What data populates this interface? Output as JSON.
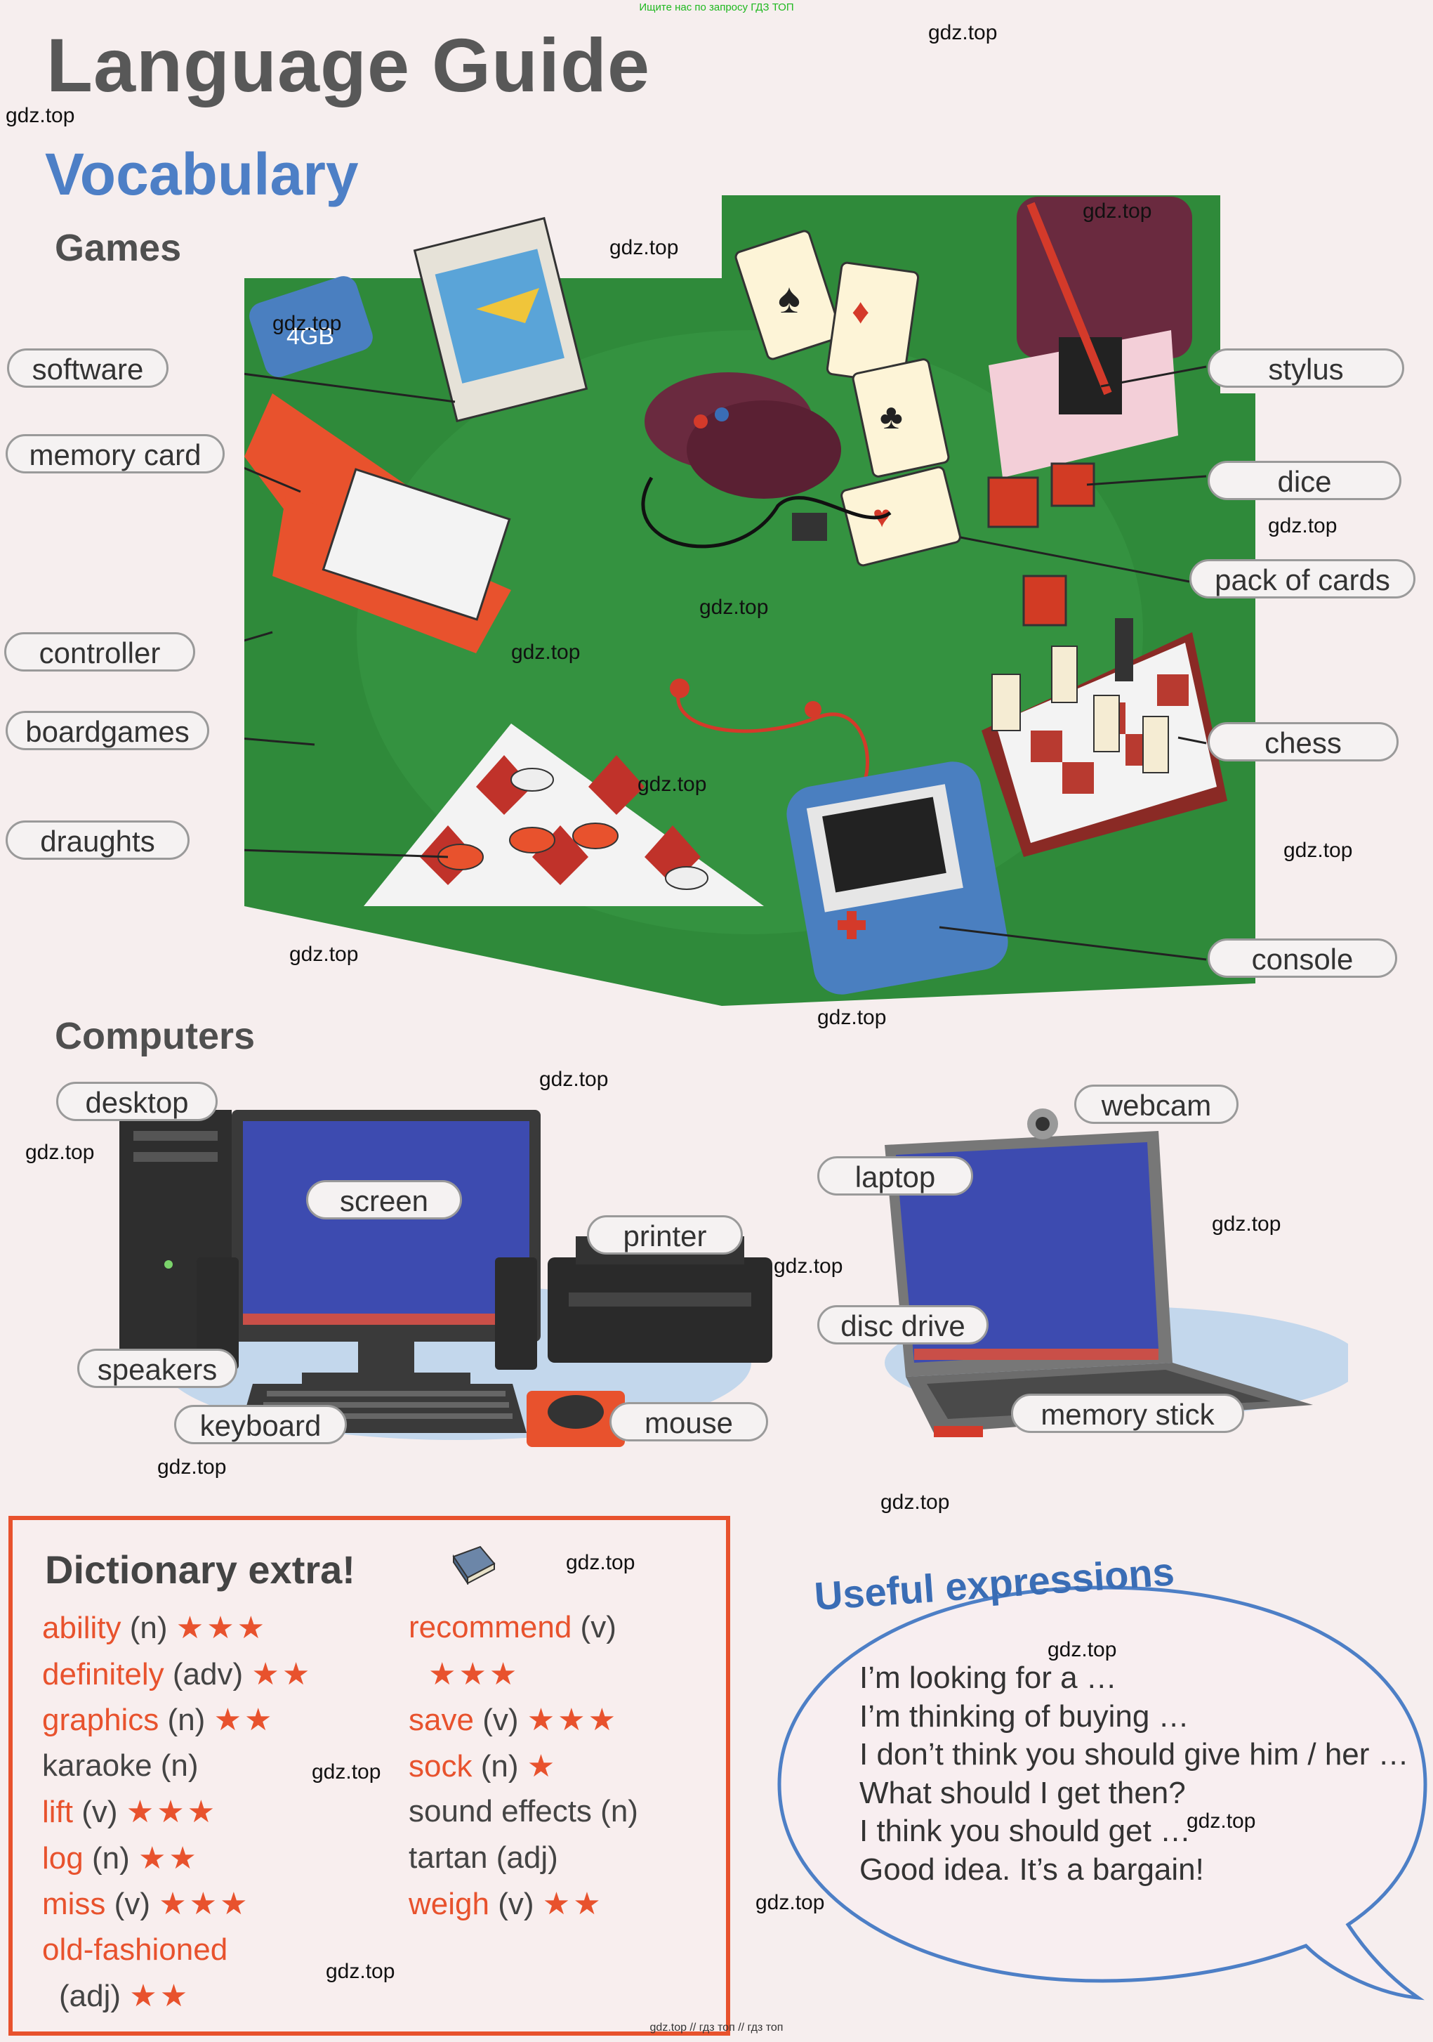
{
  "top_note": "Ищите нас по запросу ГДЗ ТОП",
  "footer_note": "gdz.top  //  гдз топ  //  гдз топ",
  "page_title": "Language Guide",
  "section_title": "Vocabulary",
  "games": {
    "heading": "Games",
    "labels": {
      "software": "software",
      "memory_card": "memory card",
      "controller": "controller",
      "boardgames": "boardgames",
      "draughts": "draughts",
      "stylus": "stylus",
      "dice": "dice",
      "pack_of_cards": "pack of cards",
      "chess": "chess",
      "console": "console"
    }
  },
  "computers": {
    "heading": "Computers",
    "labels": {
      "desktop": "desktop",
      "screen": "screen",
      "printer": "printer",
      "speakers": "speakers",
      "keyboard": "keyboard",
      "mouse": "mouse",
      "webcam": "webcam",
      "laptop": "laptop",
      "disc_drive": "disc drive",
      "memory_stick": "memory stick"
    }
  },
  "dictionary": {
    "title": "Dictionary extra!",
    "left": [
      {
        "word": "ability",
        "pos": "(n)",
        "stars": "★★★",
        "highlight": true
      },
      {
        "word": "definitely",
        "pos": "(adv)",
        "stars": "★★",
        "highlight": true
      },
      {
        "word": "graphics",
        "pos": "(n)",
        "stars": "★★",
        "highlight": true
      },
      {
        "word": "karaoke",
        "pos": "(n)",
        "stars": "",
        "highlight": false
      },
      {
        "word": "lift",
        "pos": "(v)",
        "stars": "★★★",
        "highlight": true
      },
      {
        "word": "log",
        "pos": "(n)",
        "stars": "★★",
        "highlight": true
      },
      {
        "word": "miss",
        "pos": "(v)",
        "stars": "★★★",
        "highlight": true
      },
      {
        "word": "old-fashioned",
        "pos": "",
        "stars": "",
        "highlight": true
      },
      {
        "word": "",
        "pos": "(adj)",
        "stars": "★★",
        "highlight": false
      }
    ],
    "right": [
      {
        "word": "recommend",
        "pos": "(v)",
        "stars": "",
        "highlight": true
      },
      {
        "word": "",
        "pos": "",
        "stars": "★★★",
        "highlight": false
      },
      {
        "word": "save",
        "pos": "(v)",
        "stars": "★★★",
        "highlight": true
      },
      {
        "word": "sock",
        "pos": "(n)",
        "stars": "★",
        "highlight": true
      },
      {
        "word": "sound effects",
        "pos": "(n)",
        "stars": "",
        "highlight": false
      },
      {
        "word": "tartan",
        "pos": "(adj)",
        "stars": "",
        "highlight": false
      },
      {
        "word": "weigh",
        "pos": "(v)",
        "stars": "★★",
        "highlight": true
      }
    ]
  },
  "useful": {
    "title": "Useful expressions",
    "lines": [
      "I’m looking for a …",
      "I’m thinking of buying …",
      "I don’t think you should give him / her …",
      "What should I get then?",
      "I think you should get …",
      "Good idea. It’s a bargain!"
    ]
  },
  "watermark": "gdz.top",
  "colors": {
    "title_blue": "#4d7fc6",
    "accent_orange": "#e8522d",
    "scene_green": "#2f8a3a"
  }
}
